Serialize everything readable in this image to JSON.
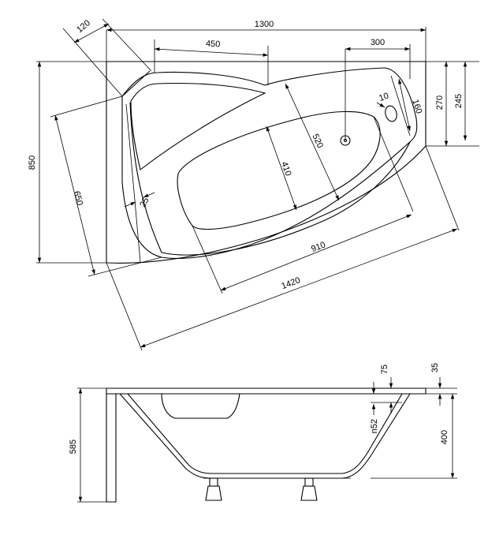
{
  "top_view": {
    "dims": {
      "overall_length": "1300",
      "corner_cut": "120",
      "back_segment": "450",
      "drain_offset": "300",
      "total_width": "850",
      "narrow_width": "650",
      "rim_lip": "25",
      "inner_width": "410",
      "inner_depth": "520",
      "inner_length": "910",
      "diagonal_length": "1420",
      "overflow_offset": "10",
      "overflow_pos": "160",
      "right_depth_a": "270",
      "right_depth_b": "245"
    }
  },
  "side_view": {
    "dims": {
      "total_height": "585",
      "rim_height": "75",
      "rim_thickness": "35",
      "basin_depth": "400",
      "overflow_label": "n52"
    }
  }
}
